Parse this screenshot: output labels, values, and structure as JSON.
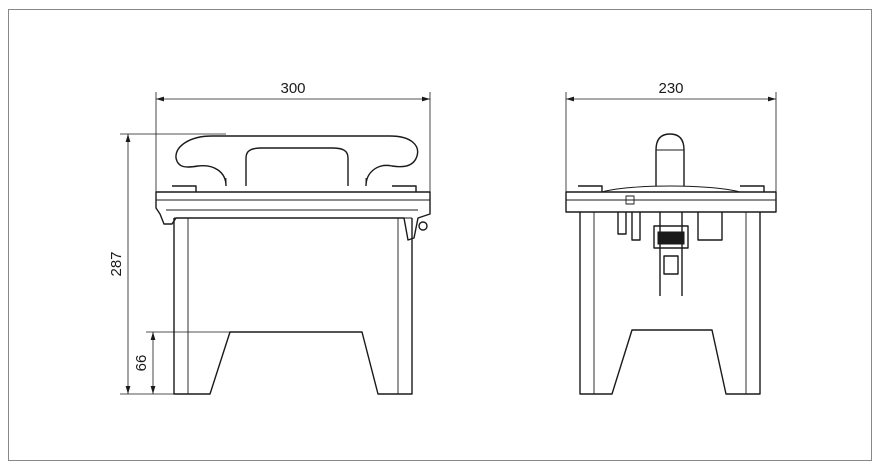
{
  "drawing": {
    "dimensions": {
      "front_width": "300",
      "side_width": "230",
      "total_height": "287",
      "foot_height": "66"
    }
  }
}
